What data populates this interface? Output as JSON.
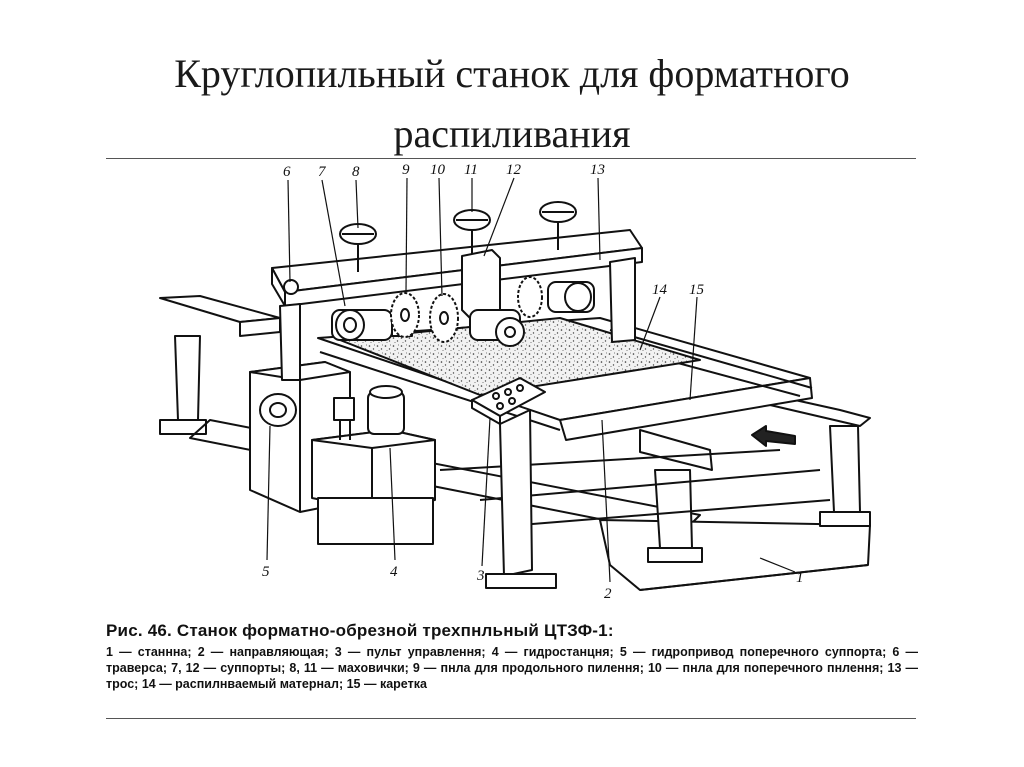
{
  "slide": {
    "title_line1": "Круглопильный станок для форматного",
    "title_line2": "распиливания"
  },
  "callouts": [
    "6",
    "7",
    "8",
    "9",
    "10",
    "11",
    "12",
    "13",
    "14",
    "15",
    "5",
    "4",
    "3",
    "2",
    "1"
  ],
  "caption": {
    "title": "Рис. 46. Станок форматно-обрезной трехпнльный ЦТЗФ-1:",
    "text": "1 — станнна; 2 — направляющая; 3 — пульт управлення; 4 — гидростанцня; 5 — гидропривод поперечного суппорта; 6 — траверса; 7, 12 — суппорты; 8, 11 — маховички; 9 — пнла для продольного пилення; 10 — пнла для поперечного пнлення; 13 — трос; 14 — распилнваемый матернал; 15 — каретка"
  }
}
